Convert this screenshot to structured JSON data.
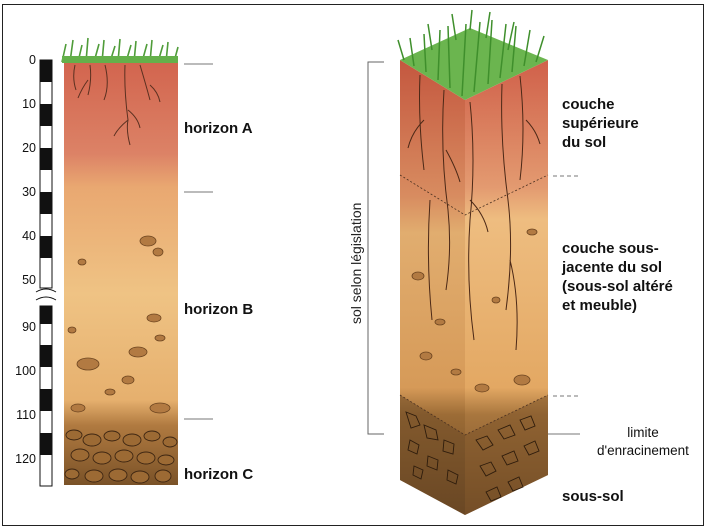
{
  "left_profile": {
    "scale_ticks": [
      "0",
      "10",
      "20",
      "30",
      "40",
      "50",
      "90",
      "100",
      "110",
      "120"
    ],
    "horizons": {
      "a": "horizon A",
      "b": "horizon B",
      "c": "horizon C"
    }
  },
  "right_profile": {
    "vertical_label": "sol selon législation",
    "upper_layer": "couche\nsupérieure\ndu sol",
    "lower_layer": "couche sous-\njacente du sol\n(sous-sol altéré\net meuble)",
    "root_limit": "limite\nd'enracinement",
    "bedrock": "sous-sol"
  },
  "colors": {
    "grass": "#5fae46",
    "topsoil": "#d9735c",
    "subsoil": "#e9b46a",
    "stones": "#b07a3e"
  }
}
